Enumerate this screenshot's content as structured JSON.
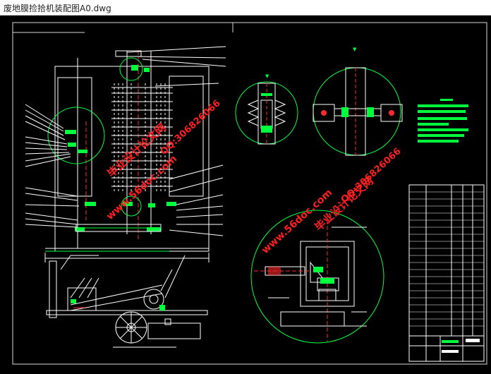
{
  "window": {
    "title": "废地膜捡拾机装配图A0.dwg"
  },
  "watermarks": {
    "site_left": "www.56doc.com",
    "site_right": "www.56doc.com",
    "name_left": "毕业设计论文网",
    "name_right": "毕业设计论文网",
    "qq_left": "QQ:306826066",
    "qq_right": "QQ:306826066"
  },
  "colors": {
    "background": "#000000",
    "line_white": "#ffffff",
    "line_green": "#00ff3c",
    "line_red": "#ff2a2a",
    "watermark": "#ff1f1f",
    "frame": "#d9d9d9"
  },
  "icons": [
    "section-marker-icon",
    "section-marker-icon"
  ]
}
